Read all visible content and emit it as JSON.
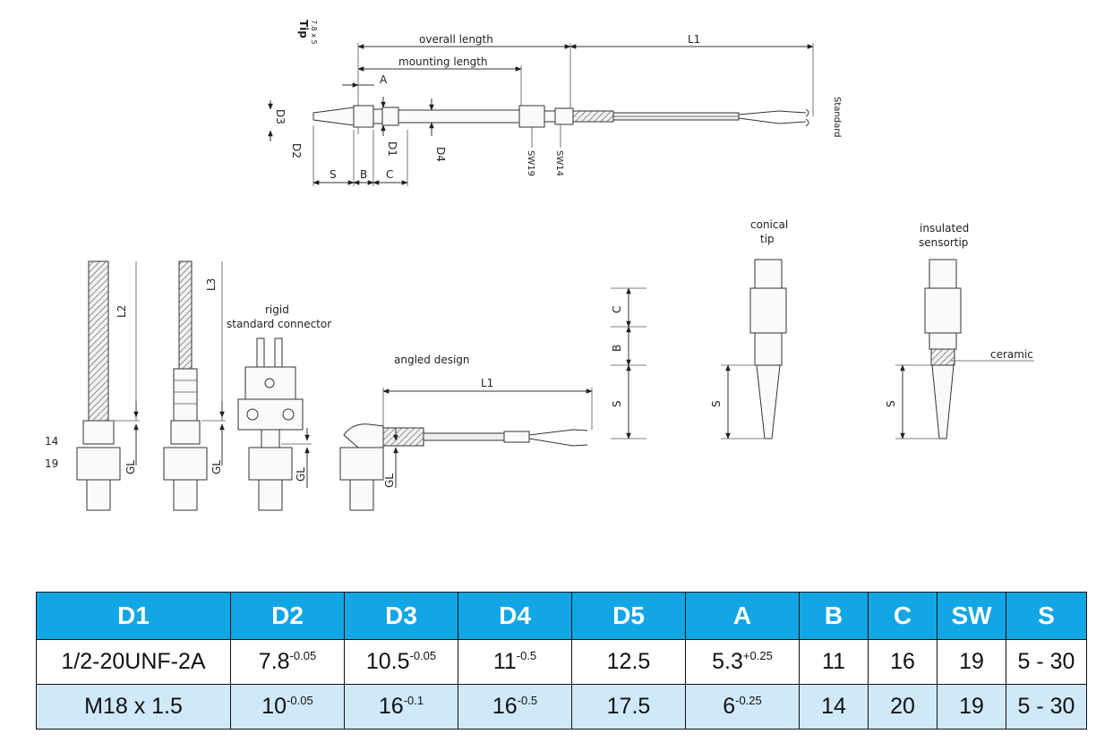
{
  "drawing": {
    "top": {
      "tip_label": "Tip",
      "tip_sub": "7.8 x 5",
      "overall_length": "overall length",
      "mounting_length": "mounting length",
      "L1": "L1",
      "A": "A",
      "D3": "D3",
      "D2": "D2",
      "D1": "D1",
      "D4": "D4",
      "S": "S",
      "B": "B",
      "C": "C",
      "SW19": "SW19",
      "SW14": "SW14",
      "standard": "Standard"
    },
    "bottom": {
      "n14": "14",
      "n19": "19",
      "L2": "L2",
      "L3": "L3",
      "GL_1": "GL",
      "GL_2": "GL",
      "GL_3": "GL",
      "GL_4": "GL",
      "rigid_line1": "rigid",
      "rigid_line2": "standard connector",
      "angled": "angled design",
      "angled_L1": "L1",
      "C": "C",
      "B": "B",
      "S1": "S",
      "S2": "S",
      "S3": "S",
      "conical_line1": "conical",
      "conical_line2": "tip",
      "insulated_line1": "insulated",
      "insulated_line2": "sensortip",
      "ceramic": "ceramic"
    }
  },
  "table": {
    "headers": [
      "D1",
      "D2",
      "D3",
      "D4",
      "D5",
      "A",
      "B",
      "C",
      "SW",
      "S"
    ],
    "rows": [
      [
        {
          "v": "1/2-20UNF-2A",
          "sup": ""
        },
        {
          "v": "7.8",
          "sup": "-0.05"
        },
        {
          "v": "10.5",
          "sup": "-0.05"
        },
        {
          "v": "11",
          "sup": "-0.5"
        },
        {
          "v": "12.5",
          "sup": ""
        },
        {
          "v": "5.3",
          "sup": "+0.25"
        },
        {
          "v": "11",
          "sup": ""
        },
        {
          "v": "16",
          "sup": ""
        },
        {
          "v": "19",
          "sup": ""
        },
        {
          "v": "5 - 30",
          "sup": ""
        }
      ],
      [
        {
          "v": "M18 x 1.5",
          "sup": ""
        },
        {
          "v": "10",
          "sup": "-0.05"
        },
        {
          "v": "16",
          "sup": "-0.1"
        },
        {
          "v": "16",
          "sup": "-0.5"
        },
        {
          "v": "17.5",
          "sup": ""
        },
        {
          "v": "6",
          "sup": "-0.25"
        },
        {
          "v": "14",
          "sup": ""
        },
        {
          "v": "20",
          "sup": ""
        },
        {
          "v": "19",
          "sup": ""
        },
        {
          "v": "5 - 30",
          "sup": ""
        }
      ]
    ],
    "header_color": "#12a6e4",
    "alt_row_color": "#cfe9f9"
  }
}
